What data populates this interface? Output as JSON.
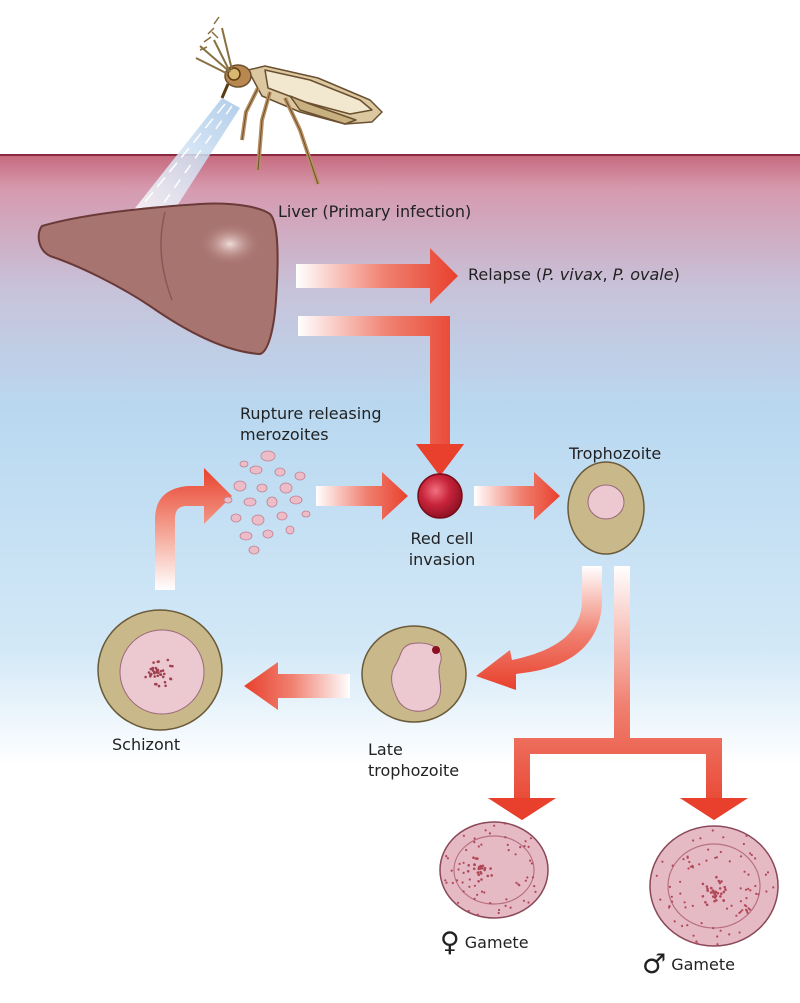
{
  "labels": {
    "liver": "Liver (Primary infection)",
    "relapse_prefix": "Relapse (",
    "relapse_vivax": "P. vivax",
    "relapse_sep": ", ",
    "relapse_ovale": "P. ovale",
    "relapse_suffix": ")",
    "rupture_line1": "Rupture releasing",
    "rupture_line2": "merozoites",
    "trophozoite": "Trophozoite",
    "red_cell_line1": "Red cell",
    "red_cell_line2": "invasion",
    "schizont": "Schizont",
    "late_troph_line1": "Late",
    "late_troph_line2": "trophozoite",
    "female_symbol": "♀",
    "male_symbol": "♂",
    "gamete_female": "Gamete",
    "gamete_male": "Gamete"
  },
  "colors": {
    "skin": "#b86878",
    "fluid_top": "#d8a4b8",
    "fluid_mid": "#b8d8f0",
    "liver": "#a87470",
    "arrow": "#e8402c",
    "cell_outer": "#c8b88a",
    "cell_inner": "#ecc8d0",
    "red_cell": "#b8182c"
  },
  "icons": [
    "mosquito-icon",
    "liver-icon",
    "red-cell-icon",
    "parasite-cell-icon",
    "gamete-cell-icon"
  ]
}
